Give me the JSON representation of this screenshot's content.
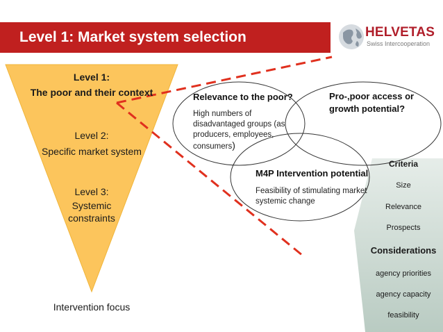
{
  "header": {
    "title": "Level 1: Market system selection",
    "brand_name": "HELVETAS",
    "brand_sub": "Swiss Intercooperation",
    "globe_icon": "globe-icon"
  },
  "funnel": {
    "level1_title": "Level 1:",
    "level1_sub": "The poor and their context",
    "level2_title": "Level 2:",
    "level2_sub": "Specific market system",
    "level3_title": "Level 3:",
    "level3_line2": "Systemic",
    "level3_line3": "constraints",
    "footer": "Intervention focus"
  },
  "circles": {
    "relevance_title": "Relevance to the poor?",
    "relevance_body_1": "High numbers of",
    "relevance_body_2": "disadvantaged groups (as",
    "relevance_body_3": "producers, employees,",
    "relevance_body_4": "consumers",
    "relevance_body_4b": ")",
    "propoor_title_1": "Pro-,poor access or",
    "propoor_title_2": "growth potential?",
    "m4p_title": "M4P Intervention potential",
    "m4p_body_1": "Feasibility of stimulating market",
    "m4p_body_2": "systemic change"
  },
  "panel": {
    "criteria_title": "Criteria",
    "criteria": [
      "Size",
      "Relevance",
      "Prospects"
    ],
    "considerations_title": "Considerations",
    "considerations": [
      "agency priorities",
      "agency capacity",
      "feasibility"
    ]
  },
  "colors": {
    "brand_red": "#c0201f",
    "funnel_fill": "#fcc55c",
    "funnel_border": "#f0b53a",
    "dash_red": "#e0301e",
    "panel_gradient_top": "#e4ece8",
    "panel_gradient_bottom": "#b8c9c0"
  }
}
